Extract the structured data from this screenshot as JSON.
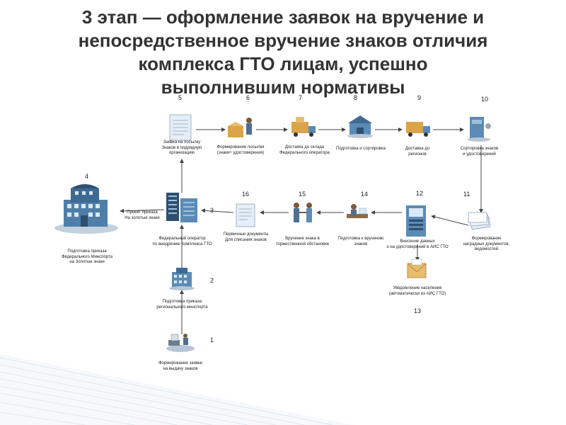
{
  "title_lines": [
    "3 этап — оформление заявок на вручение и",
    "непосредственное вручение знаков отличия",
    "комплекса ГТО лицам, успешно",
    "выполнившим нормативы"
  ],
  "steps": {
    "s1": {
      "num": "1",
      "label": [
        "Формирование заявки",
        "на выдачу  знаков"
      ]
    },
    "s2": {
      "num": "2",
      "label": [
        "Подготовка приказа",
        "регионального минспорта"
      ]
    },
    "s3": {
      "num": "3",
      "label": [
        "Федеральный оператор",
        "по внедрению Комплекса ГТО"
      ]
    },
    "s4": {
      "num": "4",
      "label": [
        "Подготовка приказа",
        "Федерального Минспорта",
        "на Золотые знаки"
      ]
    },
    "s5": {
      "num": "5",
      "label": [
        "Заявка на посылку",
        "Знаков в подрядную",
        "организацию"
      ]
    },
    "s6": {
      "num": "6",
      "label": [
        "Формирование посылки",
        "(знаки+ удостоверения)"
      ]
    },
    "s7": {
      "num": "7",
      "label": [
        "Доставка до склада",
        "Федерального оператора"
      ]
    },
    "s8": {
      "num": "8",
      "label": [
        "Подготовка и сортировка"
      ]
    },
    "s9": {
      "num": "9",
      "label": [
        "Доставка до",
        "регионов"
      ]
    },
    "s10": {
      "num": "10",
      "label": [
        "Сортировка знаков",
        "и удостоверений"
      ]
    },
    "s11": {
      "num": "11",
      "label": [
        "Формирование",
        "наградных документов,",
        "ведомостей"
      ]
    },
    "s12": {
      "num": "12",
      "label": [
        "Внесение данных",
        "о на удостоверений в АИС ГТО"
      ]
    },
    "s13": {
      "num": "13",
      "label": [
        "Уведомление населения",
        "(автоматически из АИС ГТО)"
      ]
    },
    "s14": {
      "num": "14",
      "label": [
        "Подготовка к вручению",
        "знаков"
      ]
    },
    "s15": {
      "num": "15",
      "label": [
        "Вручение знака в",
        "торжественной обстановке"
      ]
    },
    "s16": {
      "num": "16",
      "label": [
        "Первичные документы",
        "Для списания знаков"
      ]
    }
  },
  "edge_label": [
    "Проект приказа",
    "На золотые знаки"
  ],
  "colors": {
    "title": "#333333",
    "building": "#5b8bb5",
    "building_dark": "#2f4f6f",
    "box": "#d9a44a",
    "paper": "#e6eef6",
    "arrow": "#444444",
    "stripe": "#cfdbe6"
  }
}
